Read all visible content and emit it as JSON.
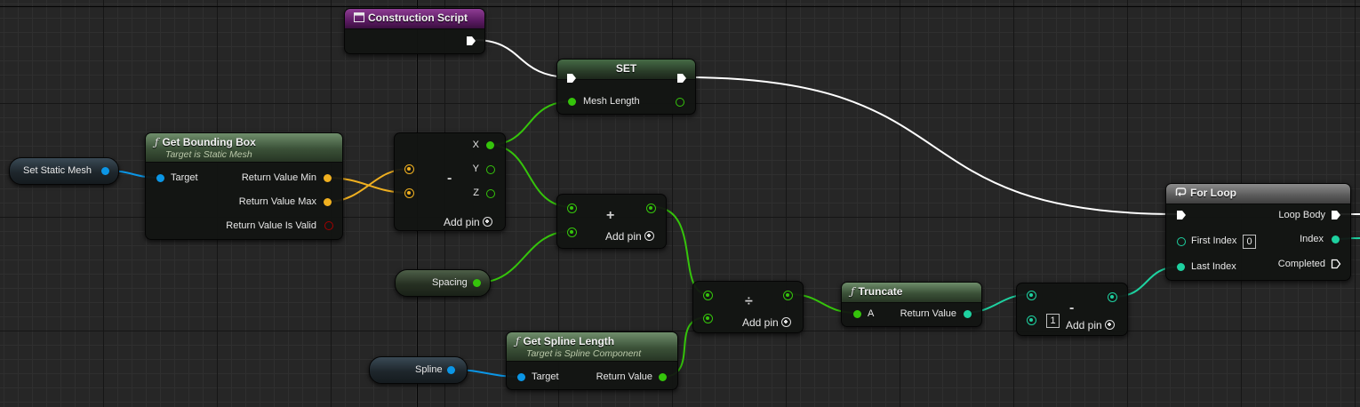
{
  "nodes": {
    "construction_script": {
      "title": "Construction Script"
    },
    "set": {
      "title": "SET",
      "pin": "Mesh Length"
    },
    "get_bounding_box": {
      "title": "Get Bounding Box",
      "subtitle": "Target is Static Mesh",
      "pins": {
        "target": "Target",
        "min": "Return Value Min",
        "max": "Return Value Max",
        "valid": "Return Value Is Valid"
      }
    },
    "break_vector": {
      "op": "-",
      "pins": {
        "x": "X",
        "y": "Y",
        "z": "Z"
      },
      "add_pin": "Add pin"
    },
    "add": {
      "op": "+",
      "add_pin": "Add pin"
    },
    "divide": {
      "op": "÷",
      "add_pin": "Add pin"
    },
    "truncate": {
      "title": "Truncate",
      "pins": {
        "a": "A",
        "ret": "Return Value"
      }
    },
    "subtract": {
      "op": "-",
      "value": "1",
      "add_pin": "Add pin"
    },
    "get_spline_length": {
      "title": "Get Spline Length",
      "subtitle": "Target is Spline Component",
      "pins": {
        "target": "Target",
        "ret": "Return Value"
      }
    },
    "for_loop": {
      "title": "For Loop",
      "pins": {
        "first": "First Index",
        "first_value": "0",
        "last": "Last Index",
        "body": "Loop Body",
        "index": "Index",
        "completed": "Completed"
      }
    }
  },
  "variables": {
    "set_static_mesh": "Set Static Mesh",
    "spacing": "Spacing",
    "spline": "Spline"
  },
  "colors": {
    "exec": "#ffffff",
    "float": "#35c40b",
    "object": "#0b96e6",
    "vector": "#f0b020",
    "int": "#1ed1a0",
    "bool": "#a30000",
    "pure_header": "#3b5138",
    "event_header": "#5c1b63",
    "macro_header": "#5a5a5a"
  },
  "icons": {
    "function": "function-icon",
    "event": "event-icon",
    "macro": "macro-loop-icon",
    "add": "add-pin-icon"
  }
}
